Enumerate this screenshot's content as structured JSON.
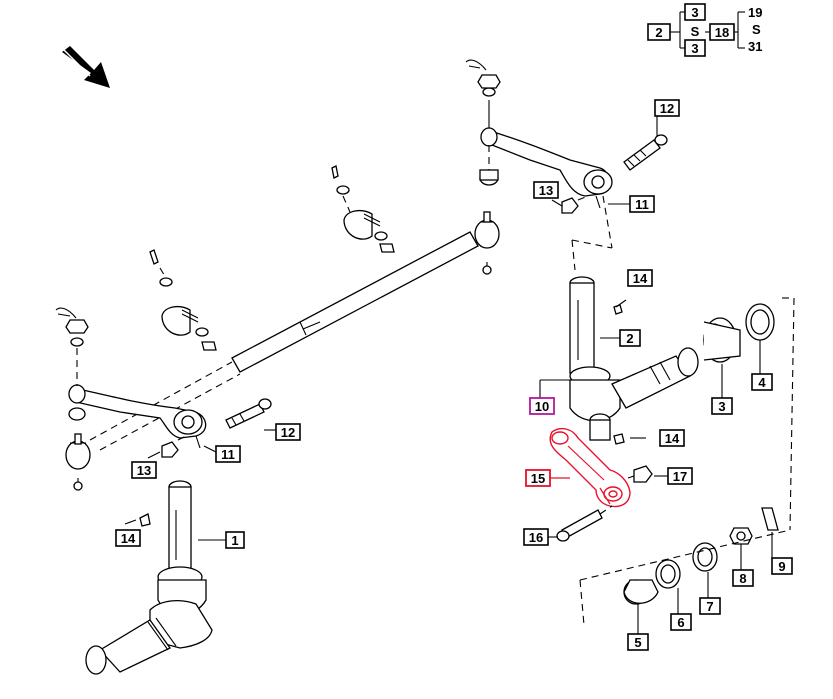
{
  "diagram": {
    "callouts": {
      "c1": "1",
      "c2": "2",
      "c3": "3",
      "c4": "4",
      "c5": "5",
      "c6": "6",
      "c7": "7",
      "c8": "8",
      "c9": "9",
      "c10": "10",
      "c11a": "11",
      "c11b": "11",
      "c12a": "12",
      "c12b": "12",
      "c13a": "13",
      "c13b": "13",
      "c14a": "14",
      "c14b": "14",
      "c14c": "14",
      "c15": "15",
      "c16": "16",
      "c17": "17"
    },
    "legend": {
      "left_box": "2",
      "top_box": "3",
      "bottom_box": "3",
      "tilde_mid": "S",
      "middle_box": "18",
      "range_top": "19",
      "range_tilde": "S",
      "range_bottom": "31"
    },
    "highlight": {
      "selected_part": "15",
      "purple_part": "10",
      "highlight_color": "#e8102a",
      "purple_color": "#b5179e"
    }
  }
}
